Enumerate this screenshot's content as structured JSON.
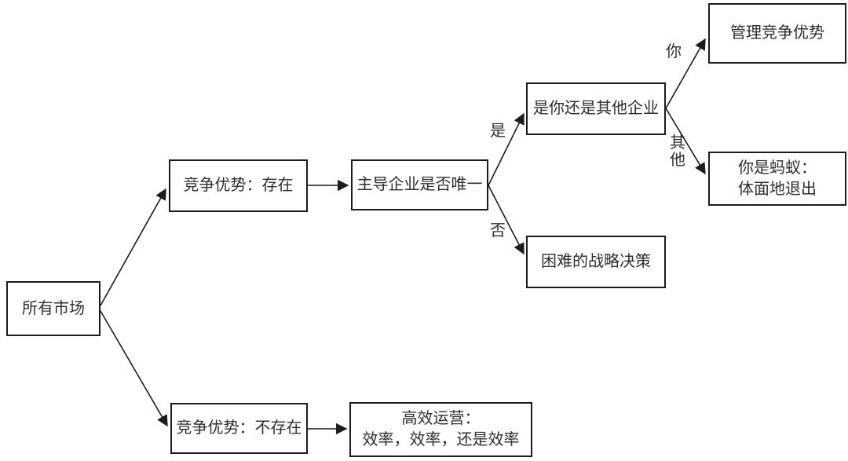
{
  "colors": {
    "background": "#ffffff",
    "border": "#1c1c1c",
    "text": "#2f2f2f",
    "line": "#1c1c1c"
  },
  "nodes": {
    "all_markets": {
      "label": "所有市场"
    },
    "adv_exists": {
      "label": "竞争优势：存在"
    },
    "dominant_unique": {
      "label": "主导企业是否唯一"
    },
    "you_or_other": {
      "label": "是你还是其他企业"
    },
    "manage_adv": {
      "label": "管理竞争优势"
    },
    "ant_exit": {
      "label": "你是蚂蚁：\n体面地退出"
    },
    "hard_decisions": {
      "label": "困难的战略决策"
    },
    "adv_missing": {
      "label": "竞争优势：不存在"
    },
    "efficient_ops": {
      "label": "高效运营：\n效率，效率，还是效率"
    }
  },
  "edge_labels": {
    "yes": "是",
    "no": "否",
    "you": "你",
    "other": "其\n他"
  }
}
